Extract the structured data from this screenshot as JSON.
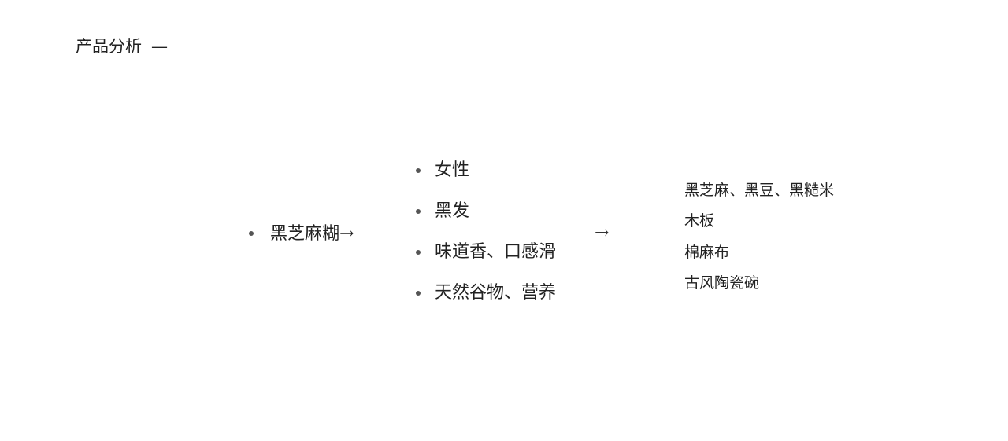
{
  "header": {
    "title": "产品分析",
    "dash": "—"
  },
  "source": {
    "label": "黑芝麻糊",
    "arrow": "→"
  },
  "attributes": [
    {
      "label": "女性"
    },
    {
      "label": "黑发"
    },
    {
      "label": "味道香、口感滑"
    },
    {
      "label": "天然谷物、营养"
    }
  ],
  "middle_arrow": "→",
  "elements": [
    {
      "label": "黑芝麻、黑豆、黑糙米"
    },
    {
      "label": "木板"
    },
    {
      "label": "棉麻布"
    },
    {
      "label": "古风陶瓷碗"
    }
  ]
}
